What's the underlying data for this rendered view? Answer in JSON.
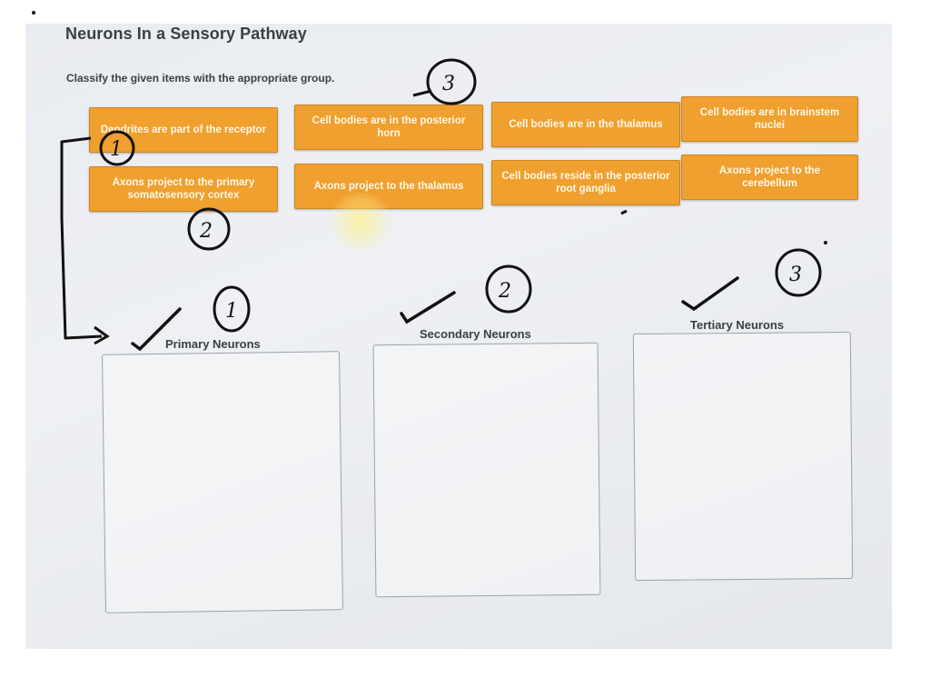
{
  "page": {
    "title": "Neurons In a Sensory Pathway",
    "instruction": "Classify the given items with the appropriate group."
  },
  "tiles": [
    {
      "label": "Dendrites are part of the receptor"
    },
    {
      "label": "Cell bodies are in the posterior horn"
    },
    {
      "label": "Cell bodies are in the thalamus"
    },
    {
      "label": "Cell bodies are in brainstem nuclei"
    },
    {
      "label": "Axons project to the primary somatosensory cortex"
    },
    {
      "label": "Axons project to the thalamus"
    },
    {
      "label": "Cell bodies reside in the posterior root ganglia"
    },
    {
      "label": "Axons project to the cerebellum"
    }
  ],
  "groups": [
    {
      "label": "Primary Neurons"
    },
    {
      "label": "Secondary Neurons"
    },
    {
      "label": "Tertiary Neurons"
    }
  ],
  "annotations": {
    "numbers": [
      "3",
      "1",
      "2",
      "1",
      "2",
      "3"
    ]
  },
  "colors": {
    "tile": "#f0a02e",
    "tile_text": "#fff7e8",
    "ink": "#111111",
    "background": "#e9ecf0"
  }
}
